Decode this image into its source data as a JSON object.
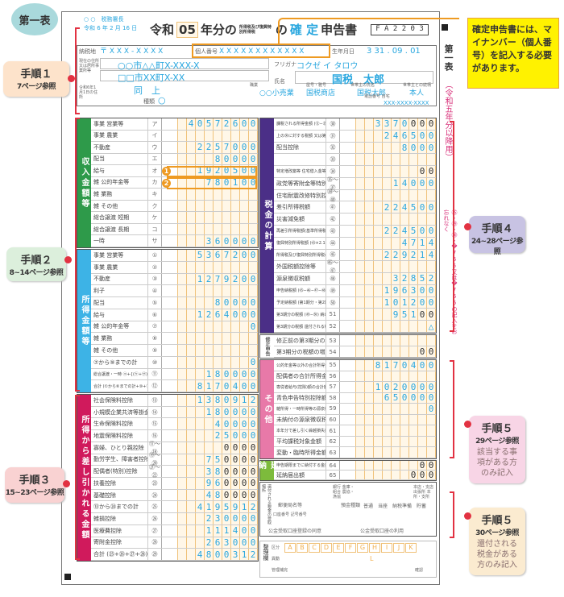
{
  "badge": "第一表",
  "callouts": {
    "step1": {
      "title": "手順１",
      "ref": "7ページ参照"
    },
    "step2": {
      "title": "手順２",
      "ref": "8~14ページ参照"
    },
    "step3": {
      "title": "手順３",
      "ref": "15~23ページ参照"
    },
    "step4": {
      "title": "手順４",
      "ref": "24~28ページ参照"
    },
    "step5a": {
      "title": "手順５",
      "ref": "29ページ参照",
      "note": "該当する事項がある方のみ記入"
    },
    "step5b": {
      "title": "手順５",
      "ref": "30ページ参照",
      "note": "還付される税金がある方のみ記入"
    },
    "mynumber": "確定申告書には、マイナンバー（個人番号）を記入する必要があります。"
  },
  "colors": {
    "income": "#2e9a4a",
    "shotoku": "#3db3e6",
    "deduction": "#d01a5c",
    "tax": "#4b2f87",
    "other": "#e879a8",
    "ennou": "#7dbb3c",
    "callout_bracket": "#e23242",
    "highlight": "#ee9a22"
  },
  "header": {
    "office": "○ ○　税務署長",
    "date": "令和 6 年 2 月 16 日",
    "era": "令和",
    "year": "05",
    "title_mid": "年分の",
    "title_small": "所得税及び復興特別所得税",
    "title_no": "の",
    "title_kakutei": "確 定",
    "title_end": "申告書",
    "form_id": "F A 2 2 0 3",
    "side_title": "第一表",
    "side_note": "（令和五年分以降用）",
    "side_reminder": "㊺・㊾・㊿・�765又は�766の記入をお忘れなく",
    "labels": {
      "nozeichi": "納税地",
      "mynumber": "個人番号",
      "birth": "生年月日",
      "address": "現在の住所又は居所事業所等",
      "furigana": "フリガナ",
      "name": "氏名",
      "jan1": "令和6年1月1日の住所",
      "job": "職業",
      "yago": "屋号・雅号",
      "setainushi": "世帯主の氏名",
      "zokugara": "世帯主との続柄",
      "shurui": "種類",
      "tel": "電話番号 自宅"
    },
    "postal": "〒 X X X - X X X X",
    "mynumber": "X X X X X X X X X X X X",
    "birth": "3  31 . 09 . 01",
    "address1": "○○市△△町X-XXX-X",
    "address2": "□□市XX町X-XX",
    "furigana": "コクゼ イ タロウ",
    "name": "国税　太郎",
    "jan1_address": "同　上",
    "job": "○○小売業",
    "yago": "国税商店",
    "setainushi": "国税太郎",
    "zokugara": "本人",
    "shurui": "○",
    "tel": "XXX-XXXX-XXXX"
  },
  "sections": {
    "income": {
      "band": "収入金額等",
      "rows": [
        {
          "label": "事業 営業等",
          "code": "ア",
          "value": "40572600"
        },
        {
          "label": "事業 農業",
          "code": "イ",
          "value": ""
        },
        {
          "label": "不動産",
          "code": "ウ",
          "value": "2257000"
        },
        {
          "label": "配当",
          "code": "エ",
          "value": "80000"
        },
        {
          "label": "給与",
          "code": "オ",
          "value": "1920500",
          "marker": "1"
        },
        {
          "label": "雑 公的年金等",
          "code": "カ",
          "value": "780100",
          "marker": "2"
        },
        {
          "label": "雑 業務",
          "code": "キ",
          "value": ""
        },
        {
          "label": "雑 その他",
          "code": "ク",
          "value": ""
        },
        {
          "label": "総合譲渡 短期",
          "code": "ケ",
          "value": ""
        },
        {
          "label": "総合譲渡 長期",
          "code": "コ",
          "value": ""
        },
        {
          "label": "一時",
          "code": "サ",
          "value": "360000"
        }
      ]
    },
    "shotoku": {
      "band": "所得金額等",
      "rows": [
        {
          "label": "事業 営業等",
          "code": "①",
          "value": "5367200"
        },
        {
          "label": "事業 農業",
          "code": "②",
          "value": ""
        },
        {
          "label": "不動産",
          "code": "③",
          "value": "1279200"
        },
        {
          "label": "利子",
          "code": "④",
          "value": ""
        },
        {
          "label": "配当",
          "code": "⑤",
          "value": "80000"
        },
        {
          "label": "給与",
          "code": "⑥",
          "value": "1264000"
        },
        {
          "label": "雑 公的年金等",
          "code": "⑦",
          "value": "0"
        },
        {
          "label": "雑 業務",
          "code": "⑧",
          "value": ""
        },
        {
          "label": "雑 その他",
          "code": "⑨",
          "value": ""
        },
        {
          "label": "⑦から⑨までの計",
          "code": "⑩",
          "value": "0"
        },
        {
          "label": "総合譲渡・一時 ㋙+{(㋘+㋚)×½}",
          "code": "⑪",
          "value": "180000"
        },
        {
          "label": "合計 (①から⑥までの計+⑩+⑪)",
          "code": "⑫",
          "value": "8170400"
        }
      ]
    },
    "deduction": {
      "band": "所得から差し引かれる金額",
      "rows": [
        {
          "label": "社会保険料控除",
          "code": "⑬",
          "value": "1380912"
        },
        {
          "label": "小規模企業共済等掛金控除",
          "code": "⑭",
          "value": "180000"
        },
        {
          "label": "生命保険料控除",
          "code": "⑮",
          "value": "40000"
        },
        {
          "label": "地震保険料控除",
          "code": "⑯",
          "value": "25000"
        },
        {
          "label": "寡婦、ひとり親控除",
          "code": "⑰〜⑱",
          "value": "0000",
          "fixed": 4
        },
        {
          "label": "勤労学生、障害者控除",
          "code": "⑲〜⑳",
          "value": "750000",
          "fixed": 4
        },
        {
          "label": "配偶者(特別)控除",
          "code": "㉑〜㉒",
          "value": "380000",
          "fixed": 4
        },
        {
          "label": "扶養控除",
          "code": "㉓",
          "value": "960000",
          "fixed": 4
        },
        {
          "label": "基礎控除",
          "code": "㉔",
          "value": "480000",
          "fixed": 4
        },
        {
          "label": "⑬から㉔までの計",
          "code": "㉕",
          "value": "4195912"
        },
        {
          "label": "雑損控除",
          "code": "㉖",
          "value": "230000"
        },
        {
          "label": "医療費控除",
          "code": "㉗",
          "value": "111400"
        },
        {
          "label": "寄附金控除",
          "code": "㉘",
          "value": "263000"
        },
        {
          "label": "合計 (㉕+㉖+㉗+㉘)",
          "code": "㉙",
          "value": "4800312"
        }
      ]
    },
    "tax": {
      "band": "税金の計算",
      "rows": [
        {
          "label": "課税される所得金額 (⑫−㉙)又は第三表",
          "code": "㉚",
          "value": "3370000",
          "fixed": 3
        },
        {
          "label": "上の㉚に対する税額 又は第三表の㊱",
          "code": "㉛",
          "value": "246500"
        },
        {
          "label": "配当控除",
          "code": "㉜",
          "value": "8000"
        },
        {
          "label": "",
          "code": "㉝",
          "value": ""
        },
        {
          "label": "特定増改築等 住宅借入金等特別控除",
          "code": "㉞",
          "value": "00",
          "fixed": 2
        },
        {
          "label": "政党等寄附金等特別控除",
          "code": "㉟〜㊲",
          "value": "14000"
        },
        {
          "label": "住宅耐震改修特別控除等",
          "code": "㊳〜㊵",
          "value": ""
        },
        {
          "label": "差引所得税額",
          "code": "㊶",
          "value": "224500"
        },
        {
          "label": "災害減免額",
          "code": "㊷",
          "value": ""
        },
        {
          "label": "再差引所得税額(基準所得税額) (㊶−㊷)",
          "code": "㊸",
          "value": "224500"
        },
        {
          "label": "復興特別所得税額 (㊸×2.1%)",
          "code": "㊹",
          "value": "4714"
        },
        {
          "label": "所得税及び復興特別所得税の額 (㊸+㊹)",
          "code": "㊺",
          "value": "229214"
        },
        {
          "label": "外国税額控除等",
          "code": "㊻〜㊼",
          "value": ""
        },
        {
          "label": "源泉徴収税額",
          "code": "㊽",
          "value": "32852"
        },
        {
          "label": "申告納税額 (㊺−㊻−㊼−㊽)",
          "code": "㊾",
          "value": "196300"
        },
        {
          "label": "予定納税額 (第1期分・第2期分)",
          "code": "㊿",
          "value": "101200"
        },
        {
          "label": "第3期分の税額 (㊾−㊿) 納める税金",
          "code": "51",
          "value": "95100",
          "fixed": 2
        },
        {
          "label": "第3期分の税額 還付される税金",
          "code": "52",
          "value": "△"
        }
      ]
    },
    "shusei": {
      "band": "修正申告",
      "rows": [
        {
          "label": "修正前の第3期分の税額",
          "code": "53",
          "value": ""
        },
        {
          "label": "第3期分の税額の増加額",
          "code": "54",
          "value": "00",
          "fixed": 2
        }
      ]
    },
    "other": {
      "band": "その他",
      "rows": [
        {
          "label": "公的年金等以外の合計所得金額",
          "code": "55",
          "value": "8170400"
        },
        {
          "label": "配偶者の合計所得金額",
          "code": "56",
          "value": ""
        },
        {
          "label": "専従者給与(控除)額の合計額",
          "code": "57",
          "value": "1020000"
        },
        {
          "label": "青色申告特別控除額",
          "code": "58",
          "value": "650000"
        },
        {
          "label": "雑所得・一時所得等の源泉徴収税額の合計額",
          "code": "59",
          "value": "0"
        },
        {
          "label": "未納付の源泉徴収税額",
          "code": "60",
          "value": ""
        },
        {
          "label": "本年分で差し引く繰越損失額",
          "code": "61",
          "value": ""
        },
        {
          "label": "平均課税対象金額",
          "code": "62",
          "value": ""
        },
        {
          "label": "変動・臨時所得金額",
          "code": "63",
          "value": ""
        }
      ]
    },
    "ennou": {
      "band": "延納",
      "rows": [
        {
          "label": "申告期限までに納付する金額",
          "code": "64",
          "value": "00",
          "fixed": 2
        },
        {
          "label": "延納届出額",
          "code": "65",
          "value": "000",
          "fixed": 3
        }
      ]
    }
  },
  "refund": {
    "title": "還付される税金の受取場所",
    "bank": "銀行 金庫・組合 農協・漁協",
    "branch": "本店・支店 出張所 本所・支所",
    "post": "郵便局名等",
    "type": "預金種類",
    "types": [
      "普通",
      "当座",
      "納税準備",
      "貯蓄"
    ],
    "account": "口座番号 記号番号",
    "consent": "公金受取口座登録の同意",
    "use": "公金受取口座の利用"
  },
  "seiri": {
    "title": "整理欄",
    "labels": [
      "区分",
      "異動",
      "管理補完"
    ],
    "letters": [
      "A",
      "B",
      "C",
      "D",
      "E",
      "F",
      "G",
      "H",
      "I",
      "J",
      "K"
    ],
    "letter_l": "L",
    "confirm": "確認"
  }
}
